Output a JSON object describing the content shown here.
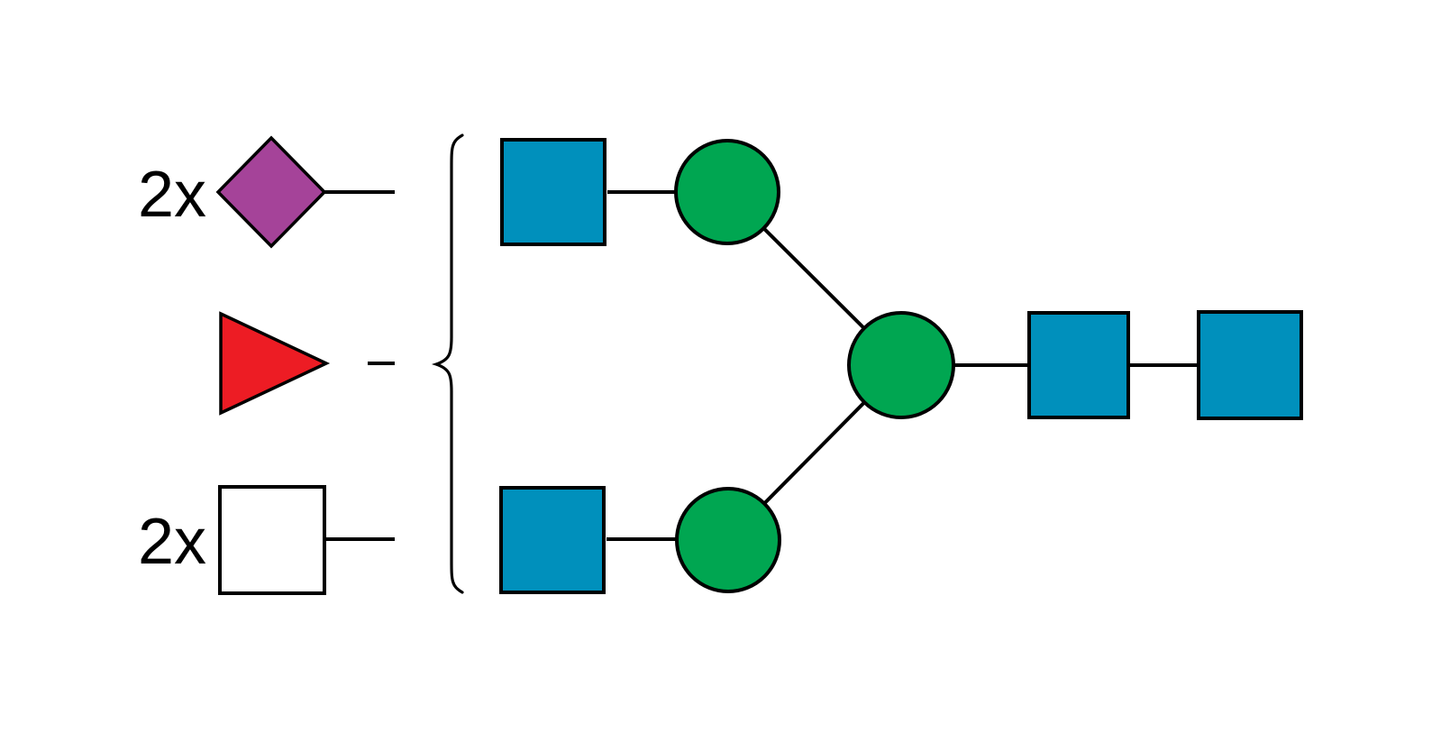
{
  "diagram": {
    "kind": "glycan-structure-blueprint",
    "background": "#FFFFFF",
    "colors": {
      "purple": "#A54399",
      "red": "#ED1C24",
      "green": "#00A651",
      "blue": "#0090BC",
      "white": "#FFFFFF",
      "line": "#000000"
    },
    "left_panel": {
      "items": [
        {
          "label": "2x",
          "symbol": "purple-diamond"
        },
        {
          "label": "",
          "symbol": "red-triangle"
        },
        {
          "label": "2x",
          "symbol": "white-square"
        }
      ],
      "brace": "left-curly-brace"
    },
    "structure": {
      "branches": [
        {
          "name": "top-arm",
          "residues": [
            "blue-square",
            "green-circle"
          ]
        },
        {
          "name": "bottom-arm",
          "residues": [
            "blue-square",
            "green-circle"
          ]
        }
      ],
      "core": [
        "green-circle",
        "blue-square",
        "blue-square"
      ]
    }
  }
}
